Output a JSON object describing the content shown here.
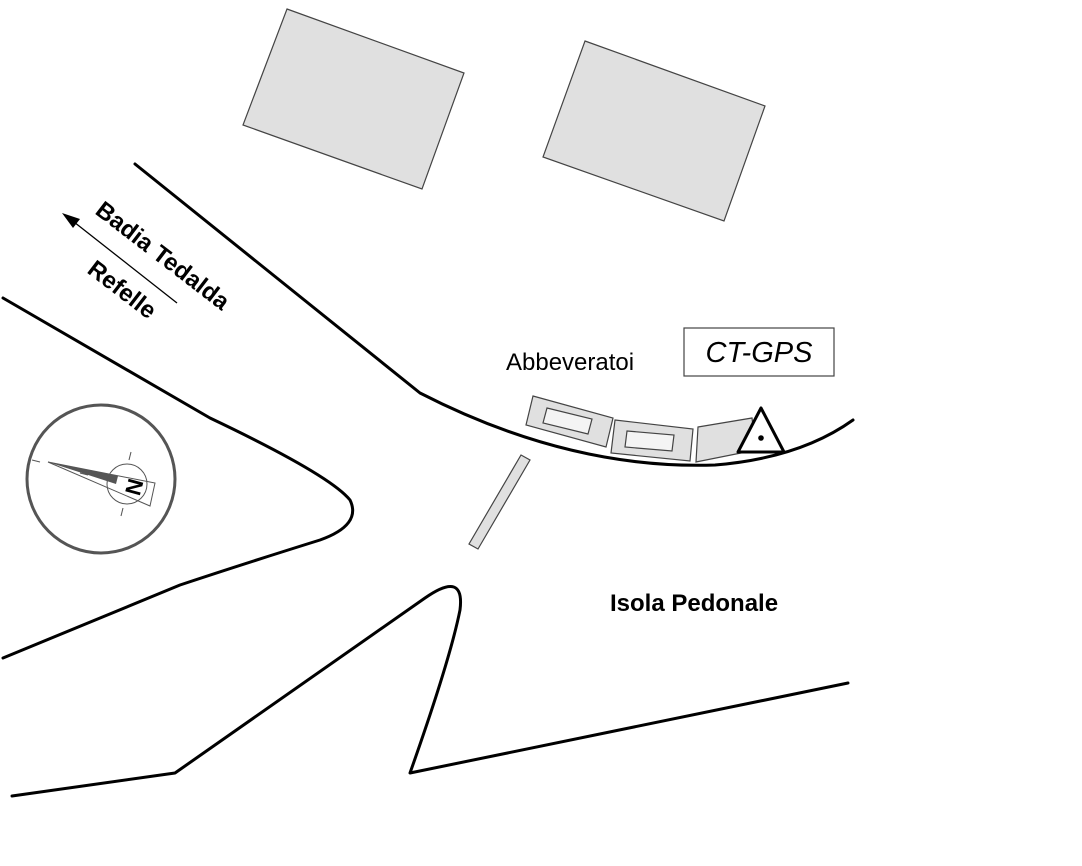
{
  "labels": {
    "direction_1": "Badia Tedalda",
    "direction_2": "Refelle",
    "trough_label": "Abbeveratoi",
    "station_code": "CT-GPS",
    "area_label": "Isola Pedonale",
    "compass_letter": "N"
  },
  "icons": {
    "station_marker": "triangle-with-dot-icon",
    "compass": "compass-rose-icon",
    "direction_arrow": "arrow-left-icon"
  },
  "colors": {
    "road": "#000000",
    "building_fill": "#e0e0e0",
    "building_stroke": "#444444",
    "compass_ring": "#555555"
  }
}
